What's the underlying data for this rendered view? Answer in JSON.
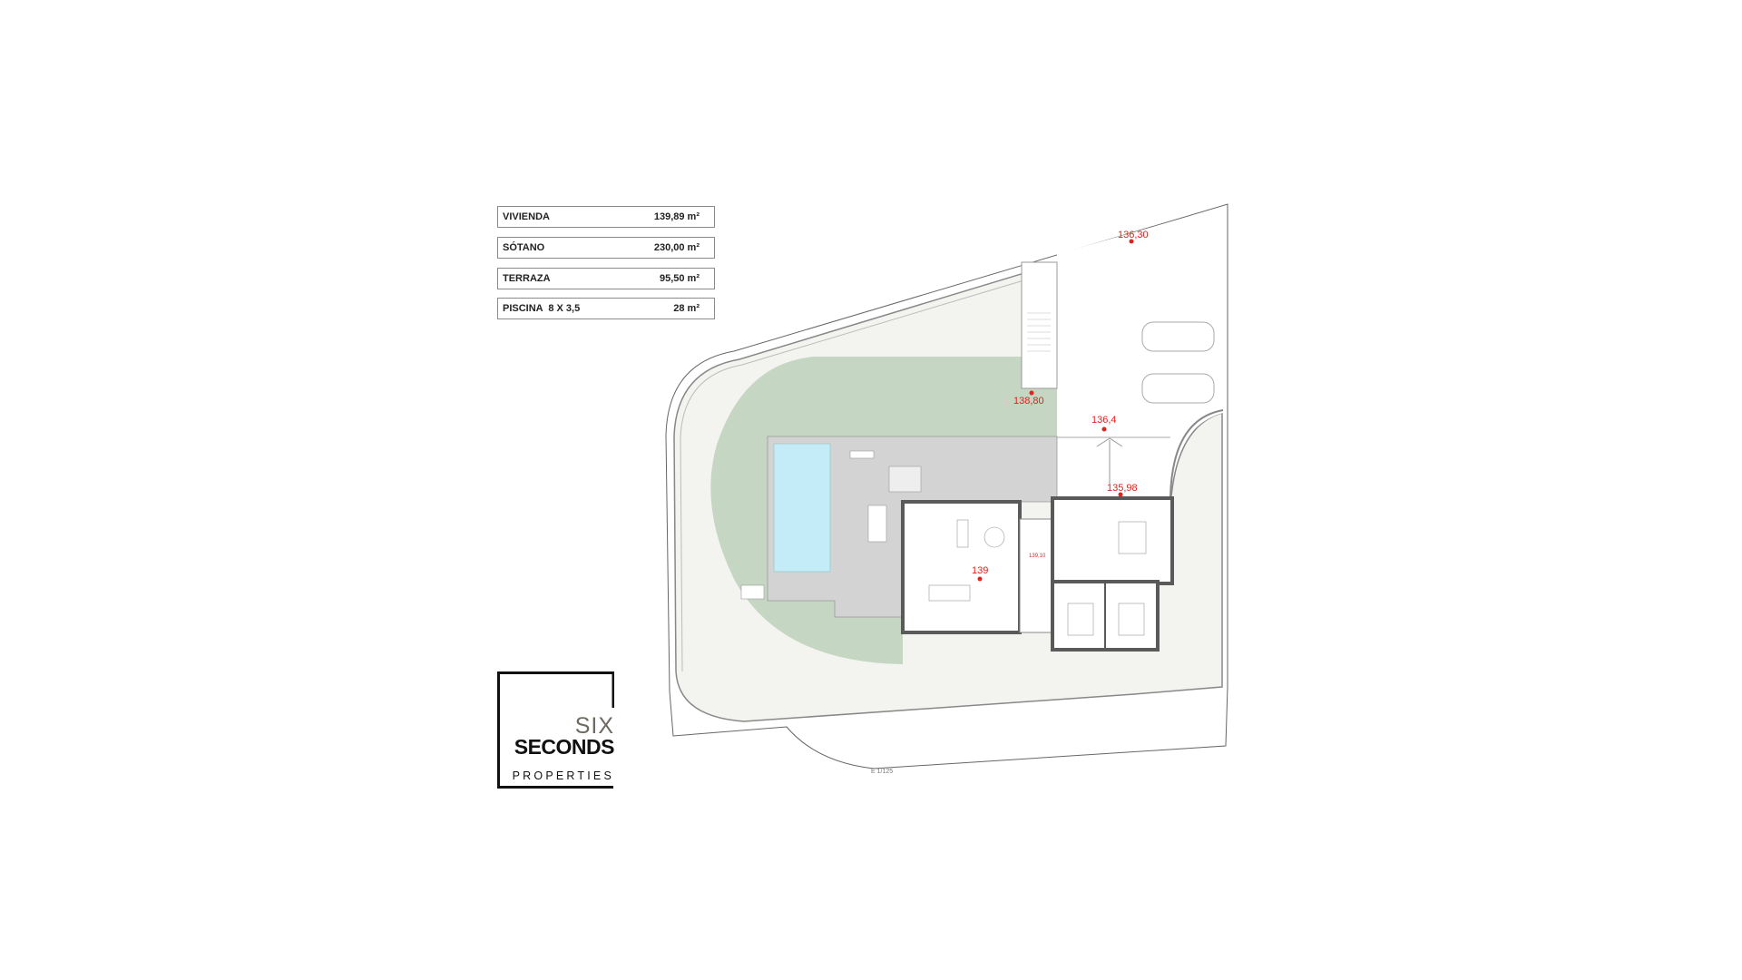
{
  "areas_table": [
    {
      "label": "VIVIENDA",
      "value": "139,89 m²"
    },
    {
      "label": "SÓTANO",
      "value": "230,00 m²"
    },
    {
      "label": "TERRAZA",
      "value": "95,50 m²"
    },
    {
      "label": "PISCINA  8 X 3,5",
      "value": "28 m²"
    }
  ],
  "elevations": {
    "top_right": "136,30",
    "stairs_bottom": "138,80",
    "driveway": "136,4",
    "entrance": "135,98",
    "living": "139",
    "hall": "139,10"
  },
  "scale_label": "E 1/125",
  "logo": {
    "line1": "SIX",
    "line2": "SECONDS",
    "line3": "PROPERTIES"
  },
  "colors": {
    "lawn": "#c5d6c2",
    "terrace": "#d3d3d3",
    "pool": "#c4ebf8",
    "walls": "#5a5a5a",
    "elevation": "#e0231f",
    "gravel": "#f4f4f2"
  }
}
